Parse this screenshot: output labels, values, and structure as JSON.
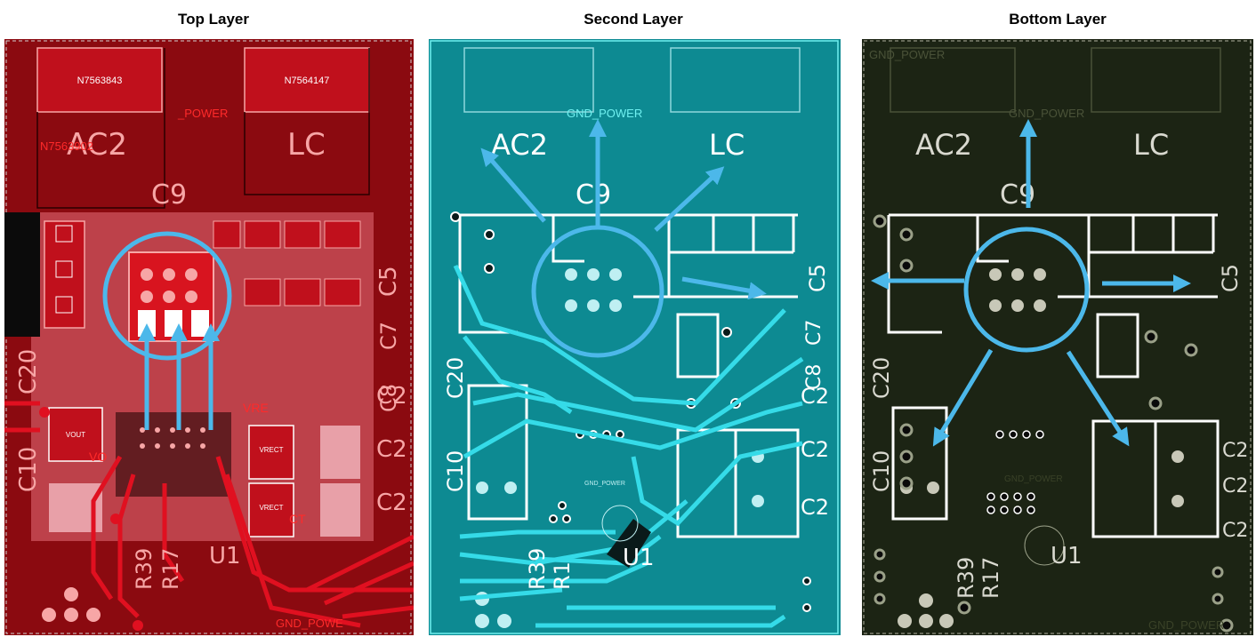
{
  "panels": [
    {
      "title": "Top Layer",
      "labels": {
        "pad1": "N7563843",
        "pad2": "N7564147",
        "net_top": "_POWER",
        "ac2": "AC2",
        "lc": "LC",
        "net_left": "N7563902",
        "c9": "C9",
        "c5": "C5",
        "c20": "C20",
        "c10": "C10",
        "vout": "VOUT",
        "vo": "VO",
        "vrect1": "VRECT",
        "vrect2": "VRECT",
        "vre": "VRE",
        "ct": "CT",
        "c2a": "C2",
        "c2b": "C2",
        "c2c": "C2",
        "c7": "C7",
        "c8": "C8",
        "r39": "R39",
        "r17": "R17",
        "u1": "U1",
        "gnd_bottom": "GND_POWE"
      }
    },
    {
      "title": "Second Layer",
      "labels": {
        "net_top": "GND_POWER",
        "ac2": "AC2",
        "lc": "LC",
        "c9": "C9",
        "c5": "C5",
        "c7": "C7",
        "c8": "C8",
        "c2a": "C2",
        "c2b": "C2",
        "c2c": "C2",
        "c20": "C20",
        "c10": "C10",
        "gnd_small": "GND_POWER",
        "r39": "R39",
        "r1": "R1",
        "u1": "U1"
      }
    },
    {
      "title": "Bottom Layer",
      "labels": {
        "gnd_top": "GND_POWER",
        "net_top": "GND_POWER",
        "ac2": "AC2",
        "lc": "LC",
        "c9": "C9",
        "c5": "C5",
        "c20": "C20",
        "c10": "C10",
        "c2a": "C2",
        "c2b": "C2",
        "c2c": "C2",
        "gnd_mid": "GND_POWER",
        "r39": "R39",
        "r17": "R17",
        "u1": "U1",
        "gnd_bottom": "GND_POWER"
      }
    }
  ],
  "colors": {
    "top_board": "#8b0a10",
    "top_copper": "#c0101c",
    "top_silk": "#f7a6a6",
    "second_board": "#0d8a92",
    "second_trace": "#35dbe8",
    "bottom_board": "#1c2414",
    "silk_white": "#ffffff",
    "arrow": "#4cb8ea"
  }
}
